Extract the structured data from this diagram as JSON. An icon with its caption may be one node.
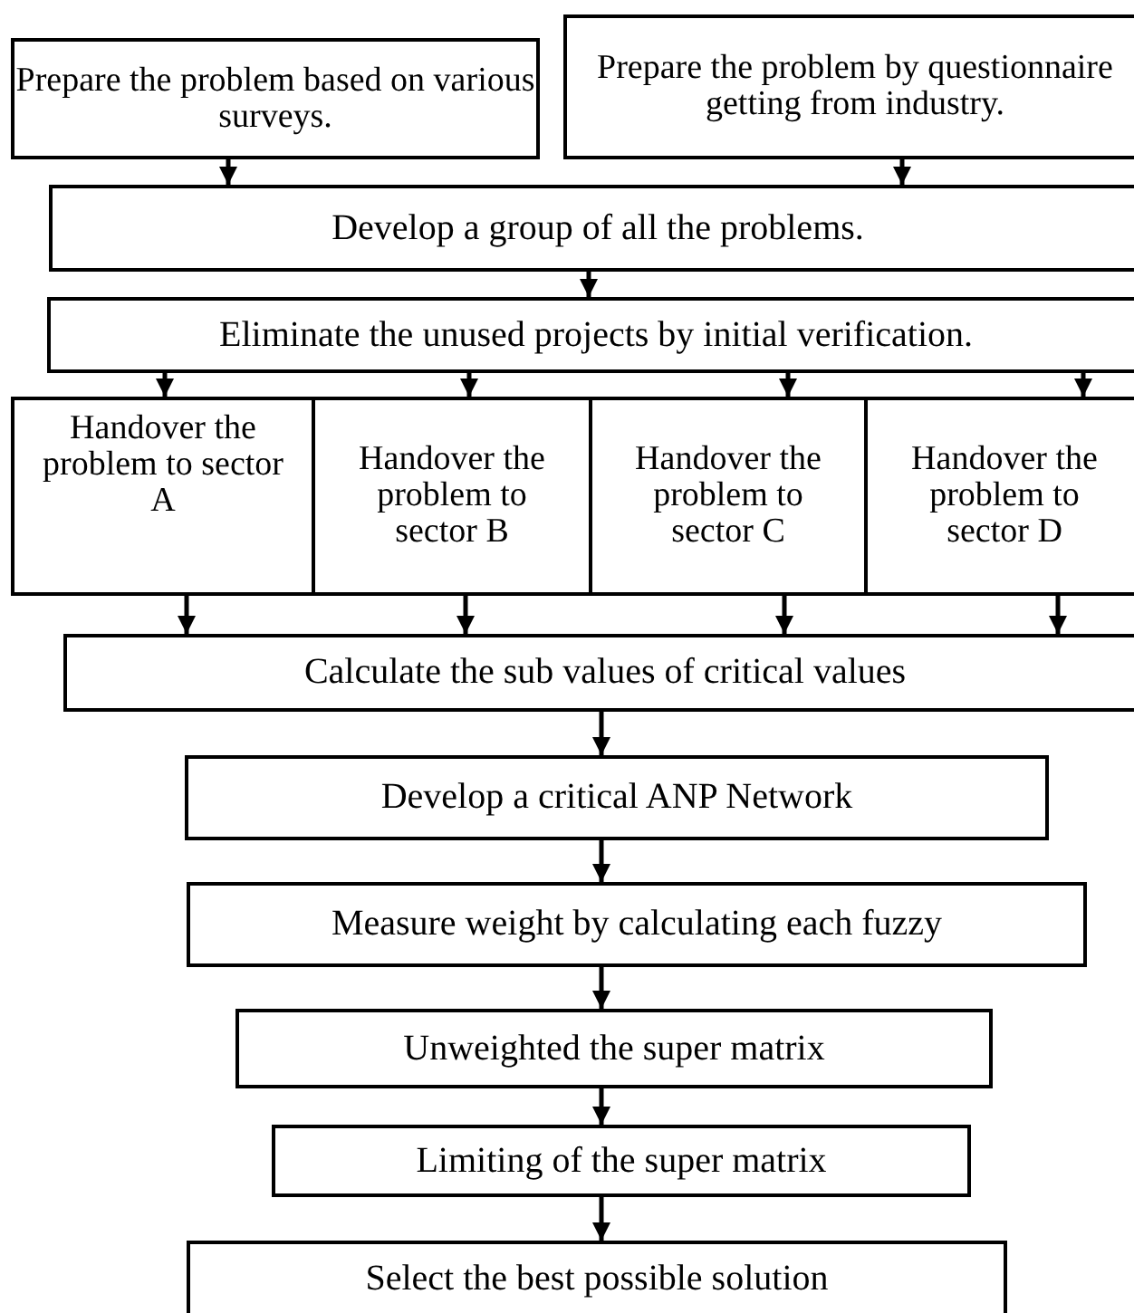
{
  "diagram": {
    "nodes": [
      {
        "text": [
          "Prepare the problem based on various surveys."
        ]
      },
      {
        "text": [
          "Prepare the problem by questionnaire getting from industry."
        ]
      },
      {
        "text": [
          "Develop a group of all the problems."
        ]
      },
      {
        "text": [
          "Eliminate the unused projects by initial verification."
        ]
      },
      {
        "text": [
          "Handover the problem to sector A"
        ]
      },
      {
        "text": [
          "Handover the problem to sector B"
        ]
      },
      {
        "text": [
          "Handover the problem to sector C"
        ]
      },
      {
        "text": [
          "Handover the problem to sector D"
        ]
      },
      {
        "text": [
          "Calculate the sub values of critical values"
        ]
      },
      {
        "text": [
          "Develop a critical ANP Network"
        ]
      },
      {
        "text": [
          "Measure weight by calculating each fuzzy"
        ]
      },
      {
        "text": [
          "Unweighted the super matrix"
        ]
      },
      {
        "text": [
          "Limiting of the super matrix"
        ]
      },
      {
        "text": [
          "Select the best possible solution"
        ]
      }
    ],
    "edges": [
      {
        "from": 0,
        "to": 2,
        "arrow": "to"
      },
      {
        "from": 1,
        "to": 2,
        "arrow": "to"
      },
      {
        "from": 2,
        "to": 3,
        "arrow": "to"
      },
      {
        "from": 3,
        "to": 4,
        "arrow": "to"
      },
      {
        "from": 3,
        "to": 5,
        "arrow": "to"
      },
      {
        "from": 3,
        "to": 6,
        "arrow": "to"
      },
      {
        "from": 3,
        "to": 7,
        "arrow": "to"
      },
      {
        "from": 4,
        "to": 8,
        "arrow": "to"
      },
      {
        "from": 5,
        "to": 8,
        "arrow": "to"
      },
      {
        "from": 6,
        "to": 8,
        "arrow": "to"
      },
      {
        "from": 7,
        "to": 8,
        "arrow": "to"
      },
      {
        "from": 8,
        "to": 9,
        "arrow": "to"
      },
      {
        "from": 9,
        "to": 10,
        "arrow": "to"
      },
      {
        "from": 10,
        "to": 11,
        "arrow": "to"
      },
      {
        "from": 11,
        "to": 12,
        "arrow": "to"
      },
      {
        "from": 12,
        "to": 13,
        "arrow": "to"
      }
    ]
  }
}
